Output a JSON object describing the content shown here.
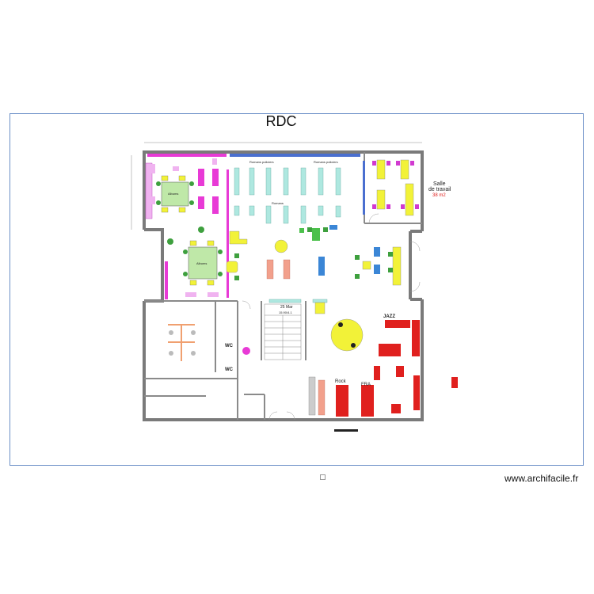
{
  "title": "RDC",
  "labels": {
    "salle_de_travail": "Salle",
    "salle_de_travail_2": "de travail",
    "salle_area": "38 m2",
    "wc_1": "WC",
    "wc_2": "WC",
    "jazz": "JAZZ",
    "rock": "Rock",
    "fra": "FRA",
    "romans_policiers_1": "Romans policiers",
    "romans_policiers_2": "Romans policiers",
    "romans": "Romans",
    "albums_1": "Albums",
    "albums_2": "Albums",
    "stair_top": "25 Mar",
    "stair_sub": "15.90/4.1"
  },
  "credit": "www.archifacile.fr",
  "colors": {
    "wall": "#7a7a7a",
    "frame": "#6b8fc7",
    "shelf_cyan": "#aee8e0",
    "magenta": "#e83ad6",
    "yellow": "#f2f238",
    "green_table": "#bfe8a8",
    "red_bins": "#e0201e",
    "blue": "#3b86d6",
    "salmon": "#f2a08c"
  }
}
